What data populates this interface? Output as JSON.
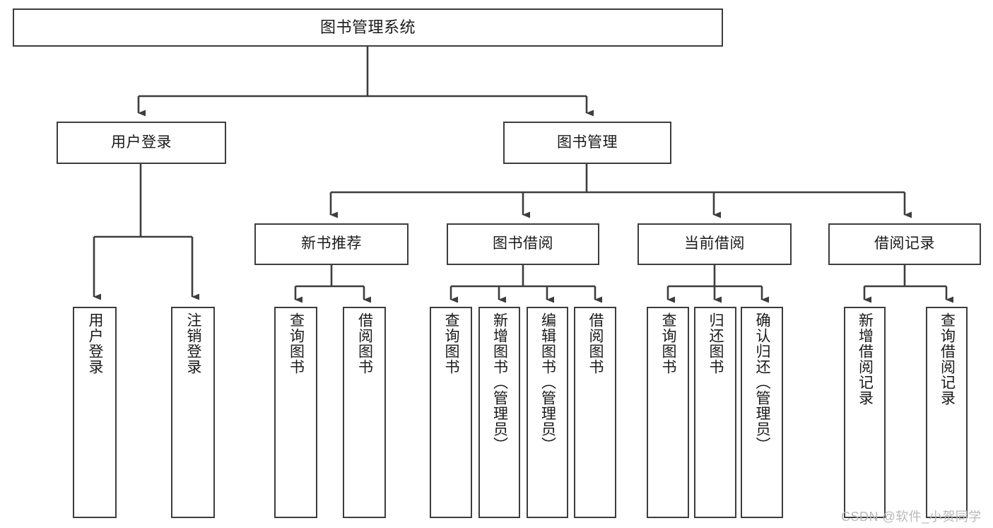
{
  "diagram": {
    "title": "图书管理系统",
    "type": "hierarchy-tree",
    "colors": {
      "border": "#3d3d3d",
      "background": "#ffffff",
      "text": "#1a1a1a",
      "watermark": "#b9b9b9"
    },
    "root": {
      "label": "图书管理系统"
    },
    "level1": [
      {
        "label": "用户登录"
      },
      {
        "label": "图书管理"
      }
    ],
    "level2": [
      {
        "label": "新书推荐"
      },
      {
        "label": "图书借阅"
      },
      {
        "label": "当前借阅"
      },
      {
        "label": "借阅记录"
      }
    ],
    "leaves": {
      "user_login": [
        {
          "label": "用户登录"
        },
        {
          "label": "注销登录"
        }
      ],
      "new_book": [
        {
          "label": "查询图书"
        },
        {
          "label": "借阅图书"
        }
      ],
      "book_borrow": [
        {
          "label": "查询图书"
        },
        {
          "label": "新增图书（管理员）"
        },
        {
          "label": "编辑图书（管理员）"
        },
        {
          "label": "借阅图书"
        }
      ],
      "current_borrow": [
        {
          "label": "查询图书"
        },
        {
          "label": "归还图书"
        },
        {
          "label": "确认归还（管理员）"
        }
      ],
      "borrow_record": [
        {
          "label": "新增借阅记录"
        },
        {
          "label": "查询借阅记录"
        }
      ]
    },
    "watermark": "CSDN @软件_小贺同学"
  }
}
